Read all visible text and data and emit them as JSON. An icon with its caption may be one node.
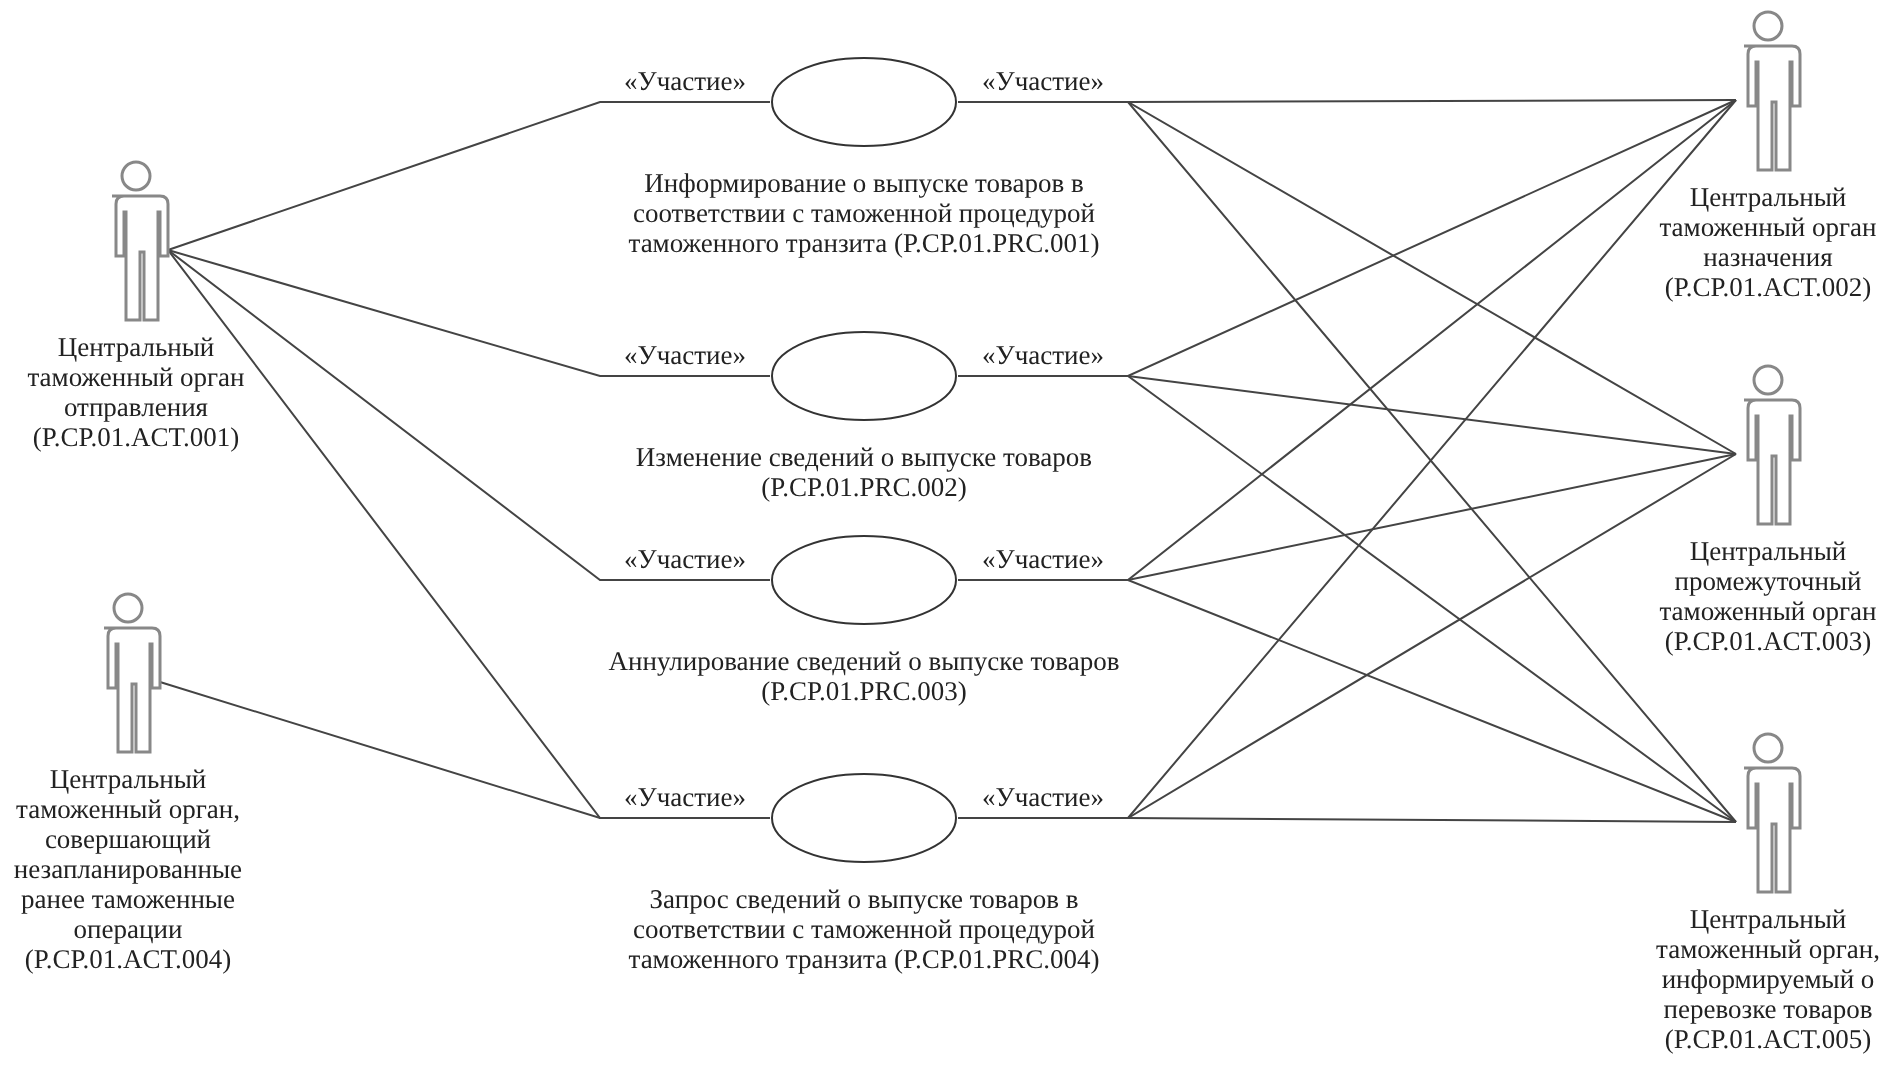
{
  "diagram": {
    "nodes": [
      {
        "text": [
          "Центральный таможенный орган отправления (P.CP.01.ACT.001)"
        ]
      },
      {
        "text": [
          "Центральный таможенный орган, совершающий незапланированные ранее таможенные операции (P.CP.01.ACT.004)"
        ]
      },
      {
        "text": [
          "Информирование о выпуске товаров в соответствии с таможенной процедурой таможенного транзита (P.CP.01.PRC.001)"
        ]
      },
      {
        "text": [
          "Изменение сведений о выпуске товаров (P.CP.01.PRC.002)"
        ]
      },
      {
        "text": [
          "Аннулирование сведений о выпуске товаров (P.CP.01.PRC.003)"
        ]
      },
      {
        "text": [
          "Запрос сведений о выпуске товаров в соответствии с таможенной процедурой таможенного транзита (P.CP.01.PRC.004)"
        ]
      },
      {
        "text": [
          "Центральный таможенный орган назначения (P.CP.01.ACT.002)"
        ]
      },
      {
        "text": [
          "Центральный промежуточный таможенный орган (P.CP.01.ACT.003)"
        ]
      },
      {
        "text": [
          "Центральный таможенный орган, информируемый о перевозке товаров (P.CP.01.ACT.005)"
        ]
      }
    ],
    "edges": [
      {
        "from": 0,
        "to": 2,
        "arrow": "none",
        "label": "«Участие»"
      },
      {
        "from": 0,
        "to": 3,
        "arrow": "none",
        "label": "«Участие»"
      },
      {
        "from": 0,
        "to": 4,
        "arrow": "none",
        "label": "«Участие»"
      },
      {
        "from": 0,
        "to": 5,
        "arrow": "none",
        "label": "«Участие»"
      },
      {
        "from": 1,
        "to": 5,
        "arrow": "none"
      },
      {
        "from": 2,
        "to": 6,
        "arrow": "none",
        "label": "«Участие»"
      },
      {
        "from": 2,
        "to": 7,
        "arrow": "none"
      },
      {
        "from": 2,
        "to": 8,
        "arrow": "none"
      },
      {
        "from": 3,
        "to": 6,
        "arrow": "none",
        "label": "«Участие»"
      },
      {
        "from": 3,
        "to": 7,
        "arrow": "none"
      },
      {
        "from": 3,
        "to": 8,
        "arrow": "none"
      },
      {
        "from": 4,
        "to": 6,
        "arrow": "none",
        "label": "«Участие»"
      },
      {
        "from": 4,
        "to": 7,
        "arrow": "none"
      },
      {
        "from": 4,
        "to": 8,
        "arrow": "none"
      },
      {
        "from": 5,
        "to": 6,
        "arrow": "none",
        "label": "«Участие»"
      },
      {
        "from": 5,
        "to": 7,
        "arrow": "none"
      },
      {
        "from": 5,
        "to": 8,
        "arrow": "none"
      }
    ]
  }
}
